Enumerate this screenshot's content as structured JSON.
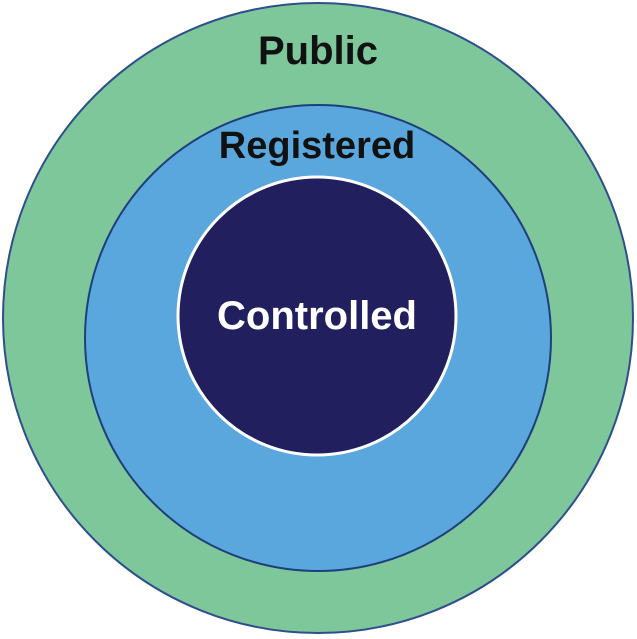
{
  "diagram": {
    "layers": [
      {
        "id": "public",
        "label": "Public",
        "fill": "#7dc79b",
        "stroke": "#2e4f8c",
        "text_color": "#111111"
      },
      {
        "id": "registered",
        "label": "Registered",
        "fill": "#5aa7dd",
        "stroke": "#1f3f7a",
        "text_color": "#111111"
      },
      {
        "id": "controlled",
        "label": "Controlled",
        "fill": "#221f5e",
        "stroke": "#ffffff",
        "text_color": "#ffffff"
      }
    ]
  }
}
